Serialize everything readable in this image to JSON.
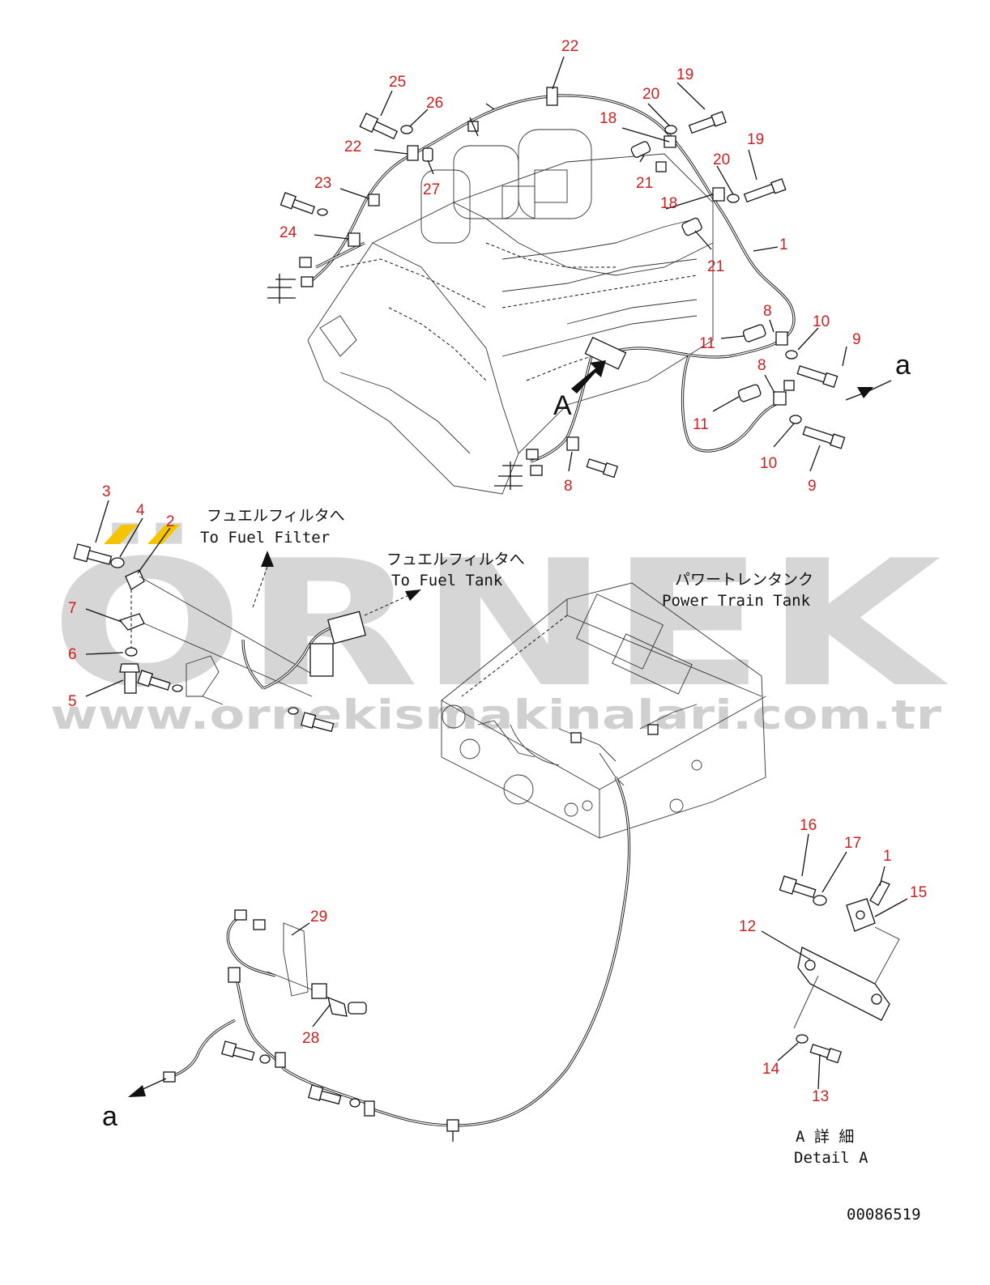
{
  "watermark": {
    "brand": "ÖRNEK",
    "url": "www.ornekismakinalari.com.tr",
    "accent_color": "#f5c400",
    "text_color": "#cfcfcf"
  },
  "labels": {
    "to_fuel_filter_jp": "フュエルフィルタへ",
    "to_fuel_filter_en": "To Fuel Filter",
    "to_fuel_tank_jp": "フュエルフィルタへ",
    "to_fuel_tank_en": "To Fuel Tank",
    "power_train_tank_jp": "パワートレンタンク",
    "power_train_tank_en": "Power Train Tank",
    "detail_a_jp": "A 詳 細",
    "detail_a_en": "Detail A",
    "view_arrow_letter": "A",
    "connector_a_top": "a",
    "connector_a_bottom": "a",
    "drawing_number": "00086519"
  },
  "part_numbers": [
    {
      "id": "c22a",
      "text": "22"
    },
    {
      "id": "c25",
      "text": "25"
    },
    {
      "id": "c26",
      "text": "26"
    },
    {
      "id": "c19a",
      "text": "19"
    },
    {
      "id": "c20a",
      "text": "20"
    },
    {
      "id": "c18a",
      "text": "18"
    },
    {
      "id": "c22b",
      "text": "22"
    },
    {
      "id": "c21a",
      "text": "21"
    },
    {
      "id": "c19b",
      "text": "19"
    },
    {
      "id": "c20b",
      "text": "20"
    },
    {
      "id": "c23",
      "text": "23"
    },
    {
      "id": "c27",
      "text": "27"
    },
    {
      "id": "c18b",
      "text": "18"
    },
    {
      "id": "c24",
      "text": "24"
    },
    {
      "id": "c1a",
      "text": "1"
    },
    {
      "id": "c21b",
      "text": "21"
    },
    {
      "id": "c8a",
      "text": "8"
    },
    {
      "id": "c10a",
      "text": "10"
    },
    {
      "id": "c9a",
      "text": "9"
    },
    {
      "id": "c11a",
      "text": "11"
    },
    {
      "id": "c8b",
      "text": "8"
    },
    {
      "id": "c11b",
      "text": "11"
    },
    {
      "id": "c10b",
      "text": "10"
    },
    {
      "id": "c9b",
      "text": "9"
    },
    {
      "id": "c8c",
      "text": "8"
    },
    {
      "id": "c3",
      "text": "3"
    },
    {
      "id": "c4",
      "text": "4"
    },
    {
      "id": "c2",
      "text": "2"
    },
    {
      "id": "c7",
      "text": "7"
    },
    {
      "id": "c6",
      "text": "6"
    },
    {
      "id": "c5",
      "text": "5"
    },
    {
      "id": "c16",
      "text": "16"
    },
    {
      "id": "c17",
      "text": "17"
    },
    {
      "id": "c1b",
      "text": "1"
    },
    {
      "id": "c15",
      "text": "15"
    },
    {
      "id": "c12",
      "text": "12"
    },
    {
      "id": "c29",
      "text": "29"
    },
    {
      "id": "c28",
      "text": "28"
    },
    {
      "id": "c14",
      "text": "14"
    },
    {
      "id": "c13",
      "text": "13"
    }
  ]
}
